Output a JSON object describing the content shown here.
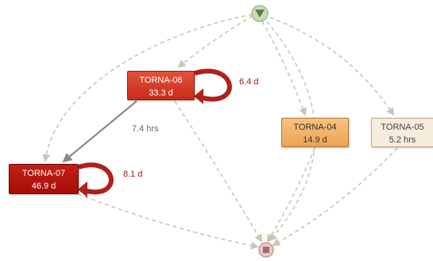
{
  "diagram": {
    "nodes": [
      {
        "id": "TORNA-06",
        "name": "TORNA-06",
        "duration": "33.3 d",
        "color": "#d63d28"
      },
      {
        "id": "TORNA-07",
        "name": "TORNA-07",
        "duration": "46.9 d",
        "color": "#b3120f"
      },
      {
        "id": "TORNA-04",
        "name": "TORNA-04",
        "duration": "14.9 d",
        "color": "#f2b46a"
      },
      {
        "id": "TORNA-05",
        "name": "TORNA-05",
        "duration": "5.2 hrs",
        "color": "#f6ecdd"
      }
    ],
    "self_loops": [
      {
        "node": "TORNA-06",
        "label": "6.4 d"
      },
      {
        "node": "TORNA-07",
        "label": "8.1 d"
      }
    ],
    "edges": [
      {
        "from": "start",
        "to": "TORNA-06"
      },
      {
        "from": "start",
        "to": "TORNA-07"
      },
      {
        "from": "start",
        "to": "TORNA-04"
      },
      {
        "from": "start",
        "to": "TORNA-05"
      },
      {
        "from": "start",
        "to": "end"
      },
      {
        "from": "TORNA-06",
        "to": "TORNA-07",
        "label": "7.4 hrs"
      },
      {
        "from": "TORNA-06",
        "to": "end"
      },
      {
        "from": "TORNA-07",
        "to": "end"
      },
      {
        "from": "TORNA-04",
        "to": "end"
      },
      {
        "from": "TORNA-05",
        "to": "end"
      }
    ],
    "start_icon": "triangle-down-icon",
    "end_icon": "square-stop-icon",
    "colors": {
      "dashed_edge": "#c9c6b6",
      "solid_edge": "#8a8a8a",
      "loop": "#b0201a"
    }
  }
}
